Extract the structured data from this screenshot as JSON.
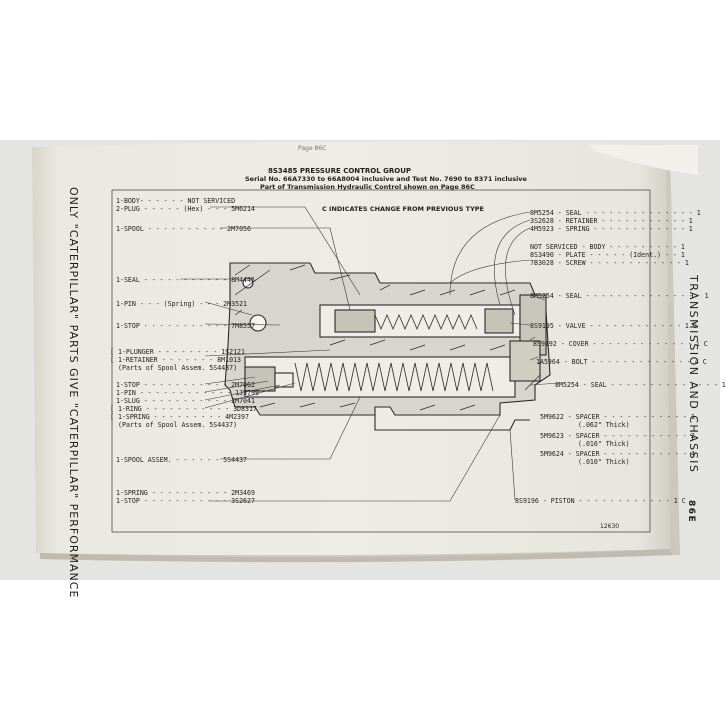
{
  "header": {
    "group_title": "8S3485 PRESSURE CONTROL GROUP",
    "serial_line": "Serial No. 66A7330 to 66A8004 inclusive and Test No. 7690 to 8371 inclusive",
    "part_of_line": "Part of Transmission Hydraulic Control shown on Page 86C",
    "top_corner_text": "Page 86C",
    "change_note": "C INDICATES CHANGE FROM PREVIOUS TYPE"
  },
  "side_text": {
    "left_margin": "ONLY \"CATERPILLAR\" PARTS GIVE \"CATERPILLAR\" PERFORMANCE",
    "right_margin": "TRANSMISSION AND CHASSIS",
    "page_number": "86E",
    "figure_number": "12630"
  },
  "left_labels": [
    "1-BODY- - - - - - NOT SERVICED",
    "2-PLUG - - - - - (Hex) - - - 5M6214",
    "1-SPOOL - - - - - - - - - - 2M7056",
    "1-SEAL - - - - - - - - - - - 8M4445",
    "1-PIN - - - (Spring) - - - 2M3521",
    "1-STOP - - - - - - - - - - - 7M8557",
    "[ 1-PLUNGER - - - - - - - - 1S2121",
    "[ 1-RETAINER - - - - - - - 8M1013",
    "(Parts of Spool Assem. 5S4437)",
    "1-STOP - - - - - - - - - - - 2M7062",
    "1-PIN - - - - - - - - - - - - 1J5799",
    "1-SLUG - - - - - - - - - - - 2M7041",
    "[ 1-RING - - - - - - - - - - - 3D8317",
    "[ 1-SPRING - - - - - - - - - 4M2397",
    "(Parts of Spool Assem. 5S4437)",
    "1-SPOOL ASSEM. - - - - - - 5S4437",
    "1-SPRING - - - - - - - - - - 2M3469",
    "1-STOP - - - - - - - - - - - 3S2627"
  ],
  "right_labels": [
    "8M5254 - SEAL - - - - - - - - - - - - - - 1",
    "3S2628 - RETAINER - - - - - - - - - - - 1",
    "4M5923 - SPRING - - - - - - - - - - - - 1",
    "NOT SERVICED - BODY - - - - - - - - - 1",
    "8S3490 - PLATE - - - - - (Ident.) - - 1",
    "7B3028 - SCREW - - - - - - - - - - - - 1",
    "8M5254 - SEAL - - - - - - - - - - - - - - - 1",
    "8S9195 - VALVE - - - - - - - - - - - - 1 C",
    "8S9192 - COVER - - - - - - - - - - - - - 1 C",
    "1A5964 - BOLT - - - - - - - - - - - - - 4 C",
    "8M5254 - SEAL - - - - - - - - - - - - - - 1",
    "5M9622 - SPACER - - - - - - - - - - - 1",
    "(.062\" Thick)",
    "5M9623 - SPACER - - - - - - - - - - - 2",
    "(.016\" Thick)",
    "5M9624 - SPACER - - - - - - - - - - - 4",
    "(.010\" Thick)",
    "8S9196 - PISTON - - - - - - - - - - - - 1 C"
  ],
  "colors": {
    "page": "#ecebe4",
    "page_shadow": "#cfccc1",
    "background": "#e4e4e2",
    "ink": "#222222"
  }
}
